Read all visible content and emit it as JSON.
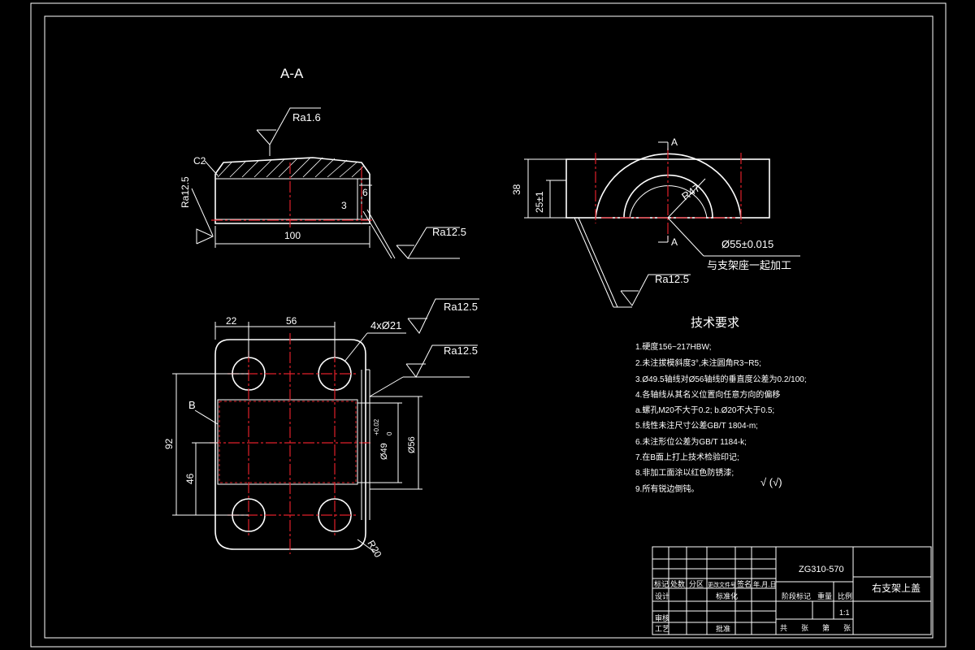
{
  "section_title": "A-A",
  "labels": {
    "ra16": "Ra1.6",
    "c2": "C2",
    "ra125_left": "Ra12.5",
    "ra125_right": "Ra12.5",
    "ra125_side": "Ra12.5",
    "ra125_plan1": "Ra12.5",
    "ra125_plan2": "Ra12.5",
    "dim_100": "100",
    "dim_3": "3",
    "dim_6": "6",
    "dim_38": "38",
    "dim_25": "25±1",
    "r47": "R47",
    "section_a_top": "A",
    "section_a_bottom": "A",
    "bore": "Ø55±0.015",
    "bore_note": "与支架座一起加工",
    "dim_22": "22",
    "dim_56": "56",
    "holes": "4xØ21",
    "dim_92": "92",
    "dim_46": "46",
    "ref_b": "B",
    "dim_49": "Ø49",
    "tol_upper": "+0.02",
    "tol_lower": "0",
    "dim_56v": "Ø56",
    "r20": "R20"
  },
  "tech_req": {
    "title": "技术要求",
    "items": [
      "1.硬度156~217HBW;",
      "2.未注拔模斜度3°,未注圆角R3~R5;",
      "3.Ø49.5轴线对Ø56轴线的垂直度公差为0.2/100;",
      "4.各轴线从其名义位置向任意方向的偏移",
      "a.螺孔M20不大于0.2; b.Ø20不大于0.5;",
      "5.线性未注尺寸公差GB/T 1804-m;",
      "6.未注形位公差为GB/T 1184-k;",
      "7.在B面上打上技术检验印记;",
      "8.非加工面涂以红色防锈漆;",
      "9.所有锐边倒钝。"
    ],
    "roughness_other": "√ (√)"
  },
  "title_block": {
    "drawing_no": "ZG310-570",
    "part_name": "右支架上盖",
    "row_labels": [
      "标记",
      "处数",
      "分区",
      "更改文件号",
      "签名",
      "年.月.日"
    ],
    "design": "设计",
    "standard": "标准化",
    "check": "审核",
    "process": "工艺",
    "approve": "批准",
    "stage": "阶段标记",
    "weight": "重量",
    "scale_label": "比例",
    "scale": "1:1",
    "sheets": "共",
    "sheet_of": "张",
    "sheet_no": "第",
    "sheet_suffix": "张"
  }
}
